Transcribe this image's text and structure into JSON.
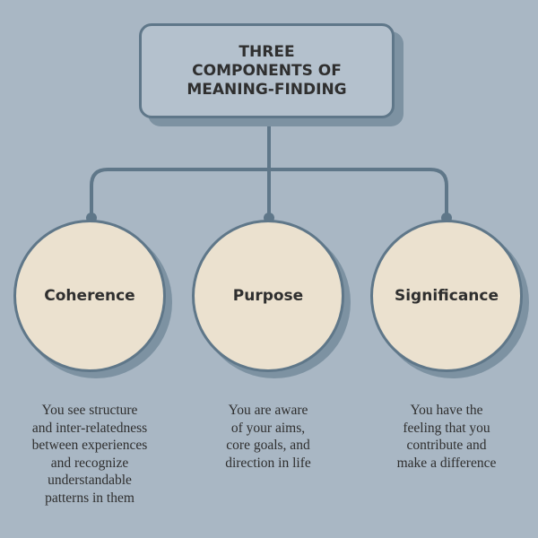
{
  "title": "THREE\nCOMPONENTS OF\nMEANING-FINDING",
  "components": [
    {
      "label": "Coherence",
      "description": "You see structure\nand inter-relatedness\nbetween experiences\nand recognize\nunderstandable\npatterns in them"
    },
    {
      "label": "Purpose",
      "description": "You are aware\nof your aims,\ncore goals, and\ndirection in life"
    },
    {
      "label": "Significance",
      "description": "You have the\nfeeling that you\ncontribute and\nmake a difference"
    }
  ],
  "colors": {
    "background": "#a9b7c4",
    "connector": "#5f7789",
    "circle_fill": "#ebe1cf",
    "shadow": "#7d92a2",
    "text": "#2f2f2f"
  }
}
